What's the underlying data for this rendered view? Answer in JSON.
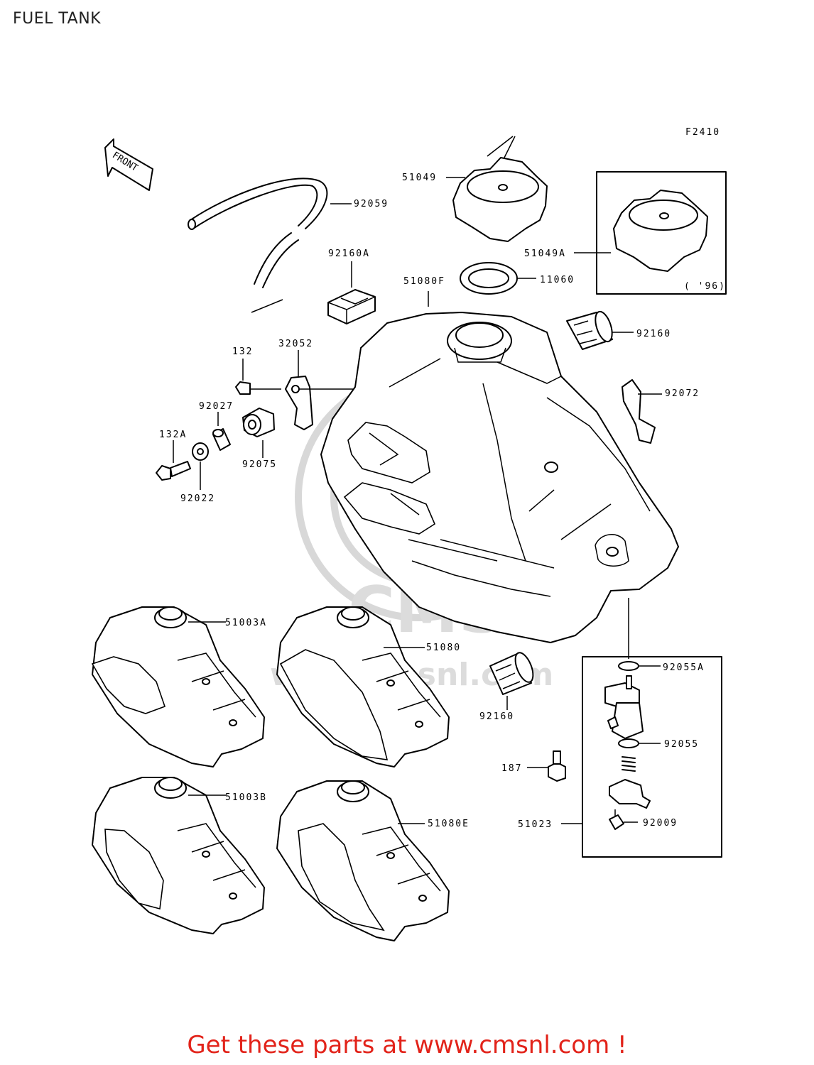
{
  "title": "FUEL TANK",
  "diagram_code": "F2410",
  "front_label": "FRONT",
  "inset_note": "( '96)",
  "watermark": {
    "brand": "CMS",
    "site": "www.cmsnl.com"
  },
  "parts": [
    {
      "id": "92059",
      "label": "92059"
    },
    {
      "id": "51049",
      "label": "51049"
    },
    {
      "id": "51049A",
      "label": "51049A"
    },
    {
      "id": "92160A",
      "label": "92160A"
    },
    {
      "id": "51080F",
      "label": "51080F"
    },
    {
      "id": "11060",
      "label": "11060"
    },
    {
      "id": "92160-top",
      "label": "92160"
    },
    {
      "id": "132",
      "label": "132"
    },
    {
      "id": "32052",
      "label": "32052"
    },
    {
      "id": "92072",
      "label": "92072"
    },
    {
      "id": "92027",
      "label": "92027"
    },
    {
      "id": "132A",
      "label": "132A"
    },
    {
      "id": "92075",
      "label": "92075"
    },
    {
      "id": "92022",
      "label": "92022"
    },
    {
      "id": "51003A",
      "label": "51003A"
    },
    {
      "id": "51080",
      "label": "51080"
    },
    {
      "id": "92055A",
      "label": "92055A"
    },
    {
      "id": "92160-bottom",
      "label": "92160"
    },
    {
      "id": "92055",
      "label": "92055"
    },
    {
      "id": "187",
      "label": "187"
    },
    {
      "id": "51003B",
      "label": "51003B"
    },
    {
      "id": "51080E",
      "label": "51080E"
    },
    {
      "id": "51023",
      "label": "51023"
    },
    {
      "id": "92009",
      "label": "92009"
    }
  ],
  "promo_text": "Get these parts at www.cmsnl.com !",
  "colors": {
    "promo": "#e2231a",
    "line": "#000000",
    "watermark": "#d8d8d8"
  }
}
